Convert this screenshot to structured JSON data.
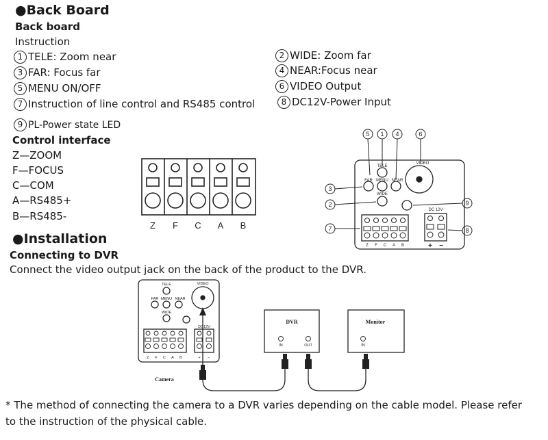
{
  "headings": {
    "back_board": "●Back Board",
    "back_board_sub": "Back board",
    "instruction": "Instruction",
    "control_interface": "Control interface",
    "installation": "●Installation",
    "connecting": "Connecting to DVR"
  },
  "items": [
    {
      "num": "1",
      "text": "TELE: Zoom near"
    },
    {
      "num": "2",
      "text": "WIDE: Zoom far"
    },
    {
      "num": "3",
      "text": "FAR: Focus far"
    },
    {
      "num": "4",
      "text": "NEAR:Focus near"
    },
    {
      "num": "5",
      "text": "MENU ON/OFF"
    },
    {
      "num": "6",
      "text": "VIDEO Output"
    },
    {
      "num": "7",
      "text": "Instruction of line control and RS485 control"
    },
    {
      "num": "8",
      "text": "DC12V-Power Input"
    },
    {
      "num": "9",
      "text": "PL-Power state LED"
    }
  ],
  "control_lines": [
    "Z—ZOOM",
    "F—FOCUS",
    "C—COM",
    "A—RS485+",
    "B—RS485-"
  ],
  "terminal_labels": [
    "Z",
    "F",
    "C",
    "A",
    "B"
  ],
  "connect_text": "Connect the video output jack on the back of the product to the DVR.",
  "diagram": {
    "tele": "TELE",
    "far": "FAR",
    "menu": "MENU",
    "near": "NEAR",
    "wide": "WIDE",
    "video": "VIDEO",
    "dc12v": "DC 12V",
    "dc12v_small": "DC12V",
    "plus": "+",
    "minus": "−",
    "callouts": [
      "1",
      "2",
      "3",
      "4",
      "5",
      "6",
      "7",
      "8",
      "9"
    ],
    "bottom_letters": [
      "Z",
      "F",
      "C",
      "A",
      "B"
    ]
  },
  "connection": {
    "camera_label": "Camera",
    "dvr_title": "DVR",
    "dvr_in": "IN",
    "dvr_out": "OUT",
    "monitor_title": "Monitor",
    "monitor_in": "IN"
  },
  "footnote_1": "* The method of connecting the camera to a DVR varies depending on the cable model. Please refer",
  "footnote_2": "to the instruction of the physical cable."
}
